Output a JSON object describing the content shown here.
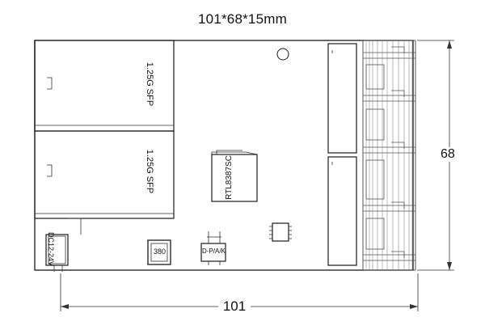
{
  "title": "101*68*15mm",
  "dimensions": {
    "width_label": "101",
    "height_label": "68"
  },
  "board": {
    "sfp_labels": [
      "1.25G SFP",
      "1.25G SFP"
    ],
    "main_chip": "RTL8387SC",
    "small_chip": "380",
    "power_label": "DC12-24V",
    "terminal_label": "D-P/A/K"
  }
}
